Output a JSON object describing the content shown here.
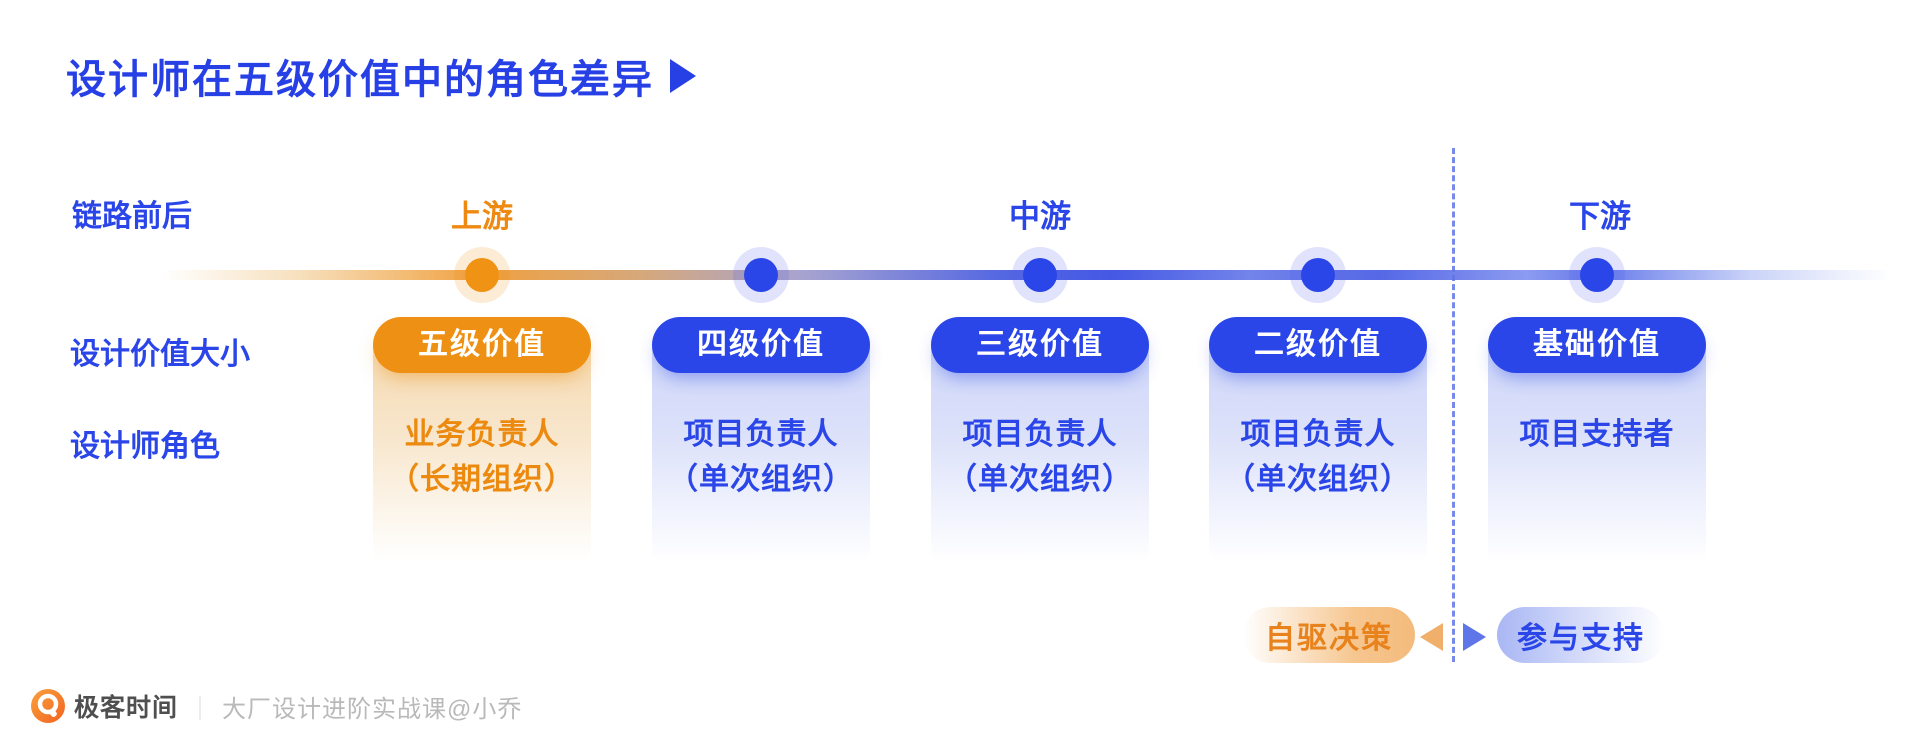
{
  "title": {
    "text": "设计师在五级价值中的角色差异"
  },
  "row_labels": {
    "chain": "链路前后",
    "value_size": "设计价值大小",
    "designer_role": "设计师角色"
  },
  "streams": [
    {
      "label": "上游",
      "theme": "orange"
    },
    {
      "label": "中游",
      "theme": "blue"
    },
    {
      "label": "下游",
      "theme": "blue"
    }
  ],
  "columns": [
    {
      "pill": "五级价值",
      "role1": "业务负责人",
      "role2": "（长期组织）",
      "theme": "orange"
    },
    {
      "pill": "四级价值",
      "role1": "项目负责人",
      "role2": "（单次组织）",
      "theme": "blue"
    },
    {
      "pill": "三级价值",
      "role1": "项目负责人",
      "role2": "（单次组织）",
      "theme": "blue"
    },
    {
      "pill": "二级价值",
      "role1": "项目负责人",
      "role2": "（单次组织）",
      "theme": "blue"
    },
    {
      "pill": "基础价值",
      "role1": "项目支持者",
      "role2": "",
      "theme": "blue"
    }
  ],
  "bottom_row": {
    "left_pill": "自驱决策",
    "right_pill": "参与支持"
  },
  "footer": {
    "brand": "极客时间",
    "divider": "｜",
    "course": "大厂设计进阶实战课@小乔"
  },
  "colors": {
    "accent_blue": "#2B46E8",
    "accent_orange": "#EE9013",
    "title_blue": "#2740E6"
  }
}
